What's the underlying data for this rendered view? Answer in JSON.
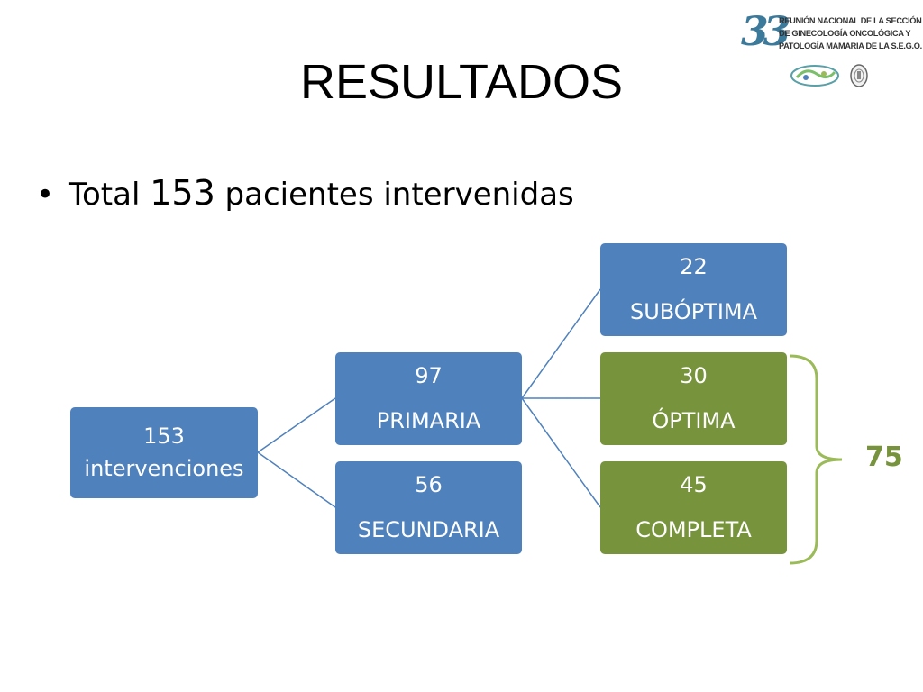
{
  "logo": {
    "number": "33",
    "lines": [
      "REUNIÓN NACIONAL DE LA SECCIÓN",
      "DE GINECOLOGÍA ONCOLÓGICA Y",
      "PATOLOGÍA MAMARIA DE LA S.E.G.O."
    ],
    "emblem_color": "#5aa0a8"
  },
  "title": "RESULTADOS",
  "bullet": {
    "pre": "Total ",
    "number": "153",
    "post": " pacientes intervenidas"
  },
  "tree": {
    "root": {
      "value": "153",
      "label": "intervenciones"
    },
    "primaria": {
      "value": "97",
      "label": "PRIMARIA"
    },
    "secundaria": {
      "value": "56",
      "label": "SECUNDARIA"
    },
    "suboptima": {
      "value": "22",
      "label": "SUBÓPTIMA"
    },
    "optima": {
      "value": "30",
      "label": "ÓPTIMA"
    },
    "completa": {
      "value": "45",
      "label": "COMPLETA"
    },
    "bracket_total": "75"
  },
  "colors": {
    "blue": "#4f81bd",
    "green": "#77933c",
    "connector": "#4f81bd",
    "bracket": "#9bbb59"
  }
}
